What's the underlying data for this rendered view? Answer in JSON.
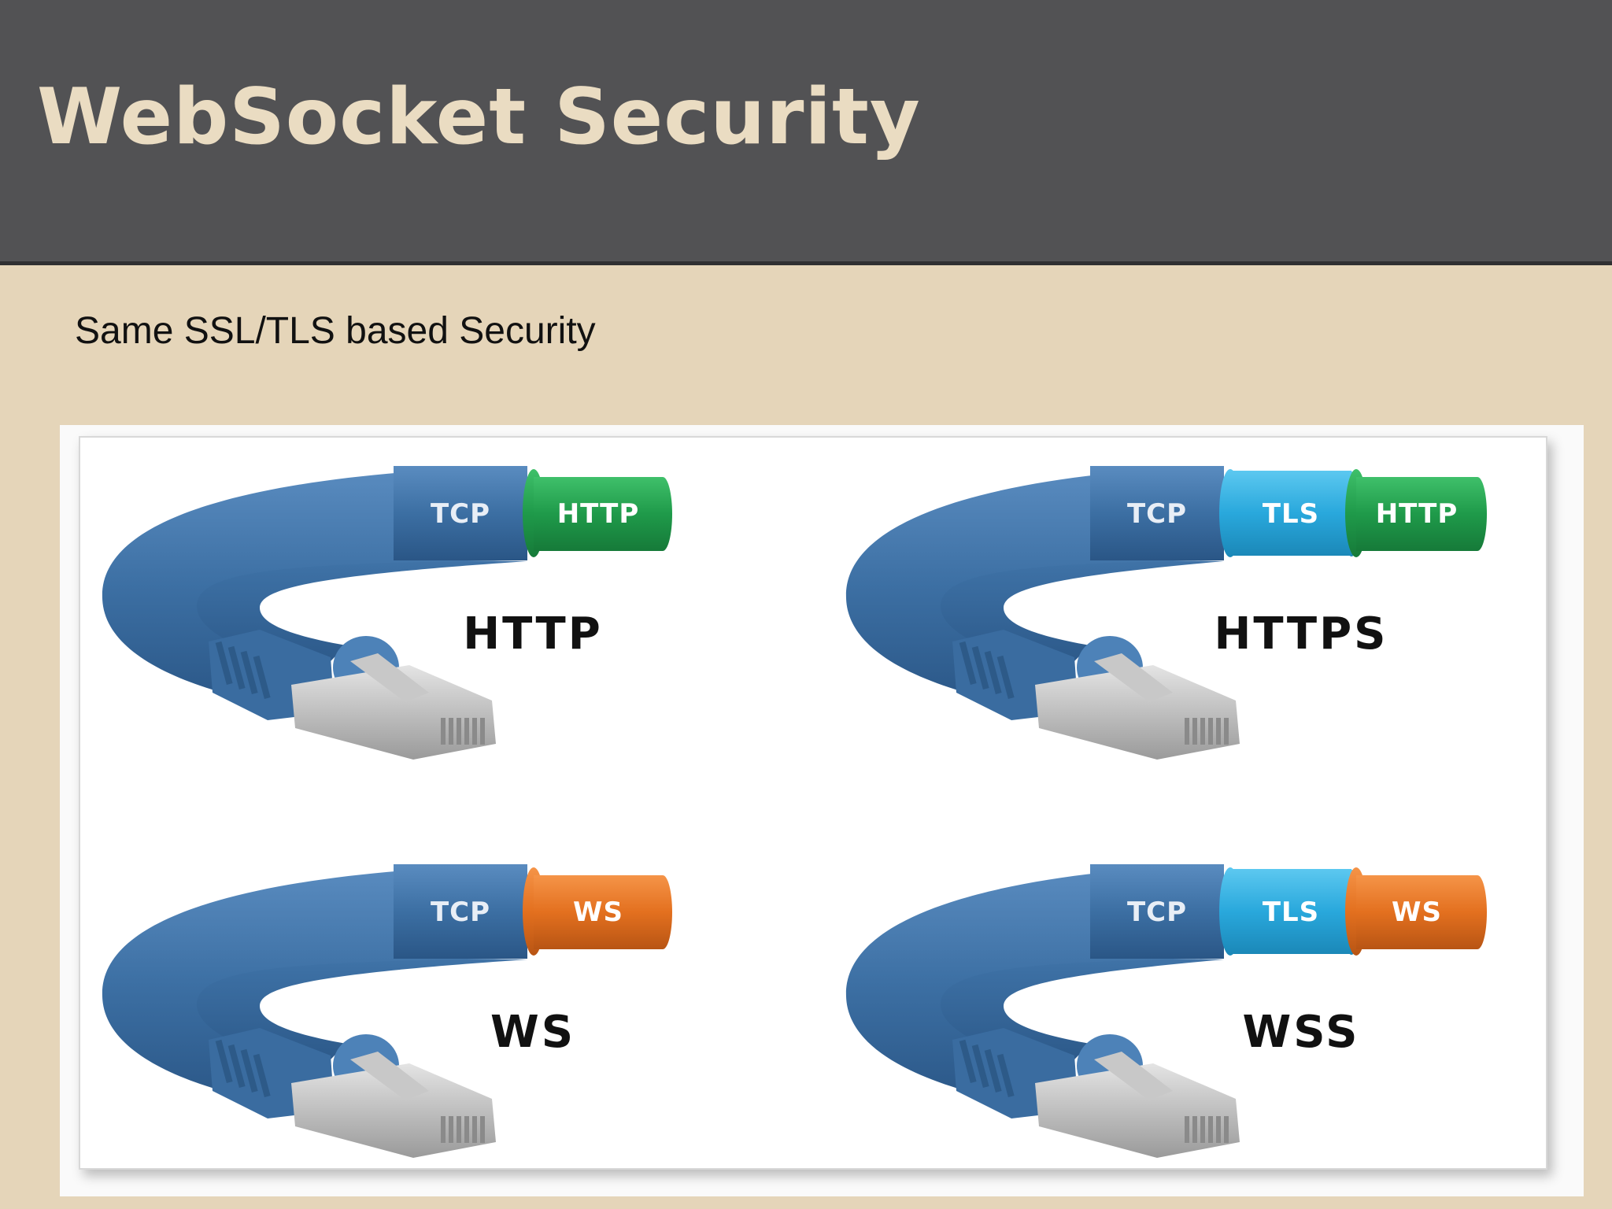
{
  "slide": {
    "title": "WebSocket Security",
    "subtitle": "Same SSL/TLS based Security"
  },
  "colors": {
    "header_bg": "#525254",
    "title": "#eadcc2",
    "slide_bg": "#e5d5b9",
    "cable_blue": "#3c6fa3",
    "http_green": "#1f9a4a",
    "tls_cyan": "#29a8dc",
    "ws_orange": "#e3701f"
  },
  "cables": [
    {
      "name": "HTTP",
      "segments": [
        {
          "label": "TCP",
          "type": "cable",
          "icon": "cable-icon"
        },
        {
          "label": "HTTP",
          "type": "http"
        }
      ]
    },
    {
      "name": "HTTPS",
      "segments": [
        {
          "label": "TCP",
          "type": "cable",
          "icon": "cable-icon"
        },
        {
          "label": "TLS",
          "type": "tls"
        },
        {
          "label": "HTTP",
          "type": "http"
        }
      ]
    },
    {
      "name": "WS",
      "segments": [
        {
          "label": "TCP",
          "type": "cable",
          "icon": "cable-icon"
        },
        {
          "label": "WS",
          "type": "ws"
        }
      ]
    },
    {
      "name": "WSS",
      "segments": [
        {
          "label": "TCP",
          "type": "cable",
          "icon": "cable-icon"
        },
        {
          "label": "TLS",
          "type": "tls"
        },
        {
          "label": "WS",
          "type": "ws"
        }
      ]
    }
  ]
}
